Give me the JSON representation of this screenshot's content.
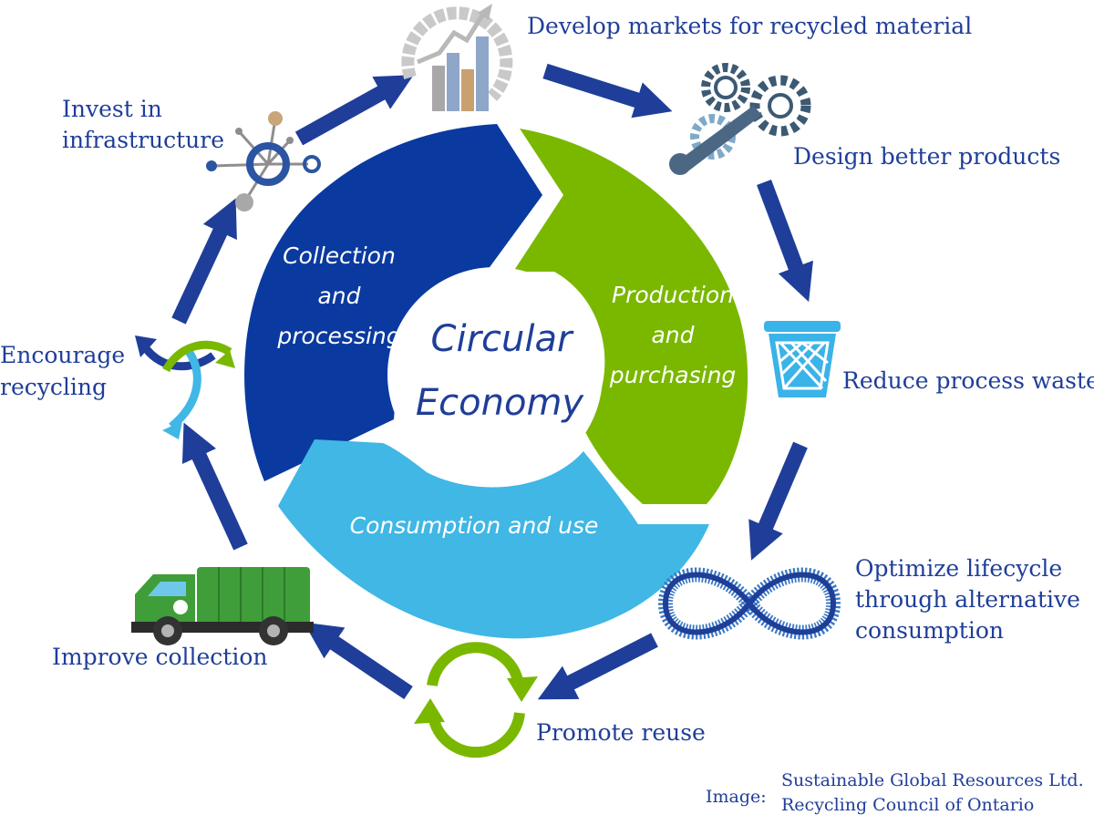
{
  "center": {
    "line1": "Circular",
    "line2": "Economy"
  },
  "segments": {
    "collection": {
      "line1": "Collection",
      "line2": "and",
      "line3": "processing"
    },
    "production": {
      "line1": "Production",
      "line2": "and",
      "line3": "purchasing"
    },
    "consumption": {
      "line1": "Consumption and use"
    }
  },
  "steps": {
    "develop_markets": "Develop markets for recycled material",
    "design_products": "Design better products",
    "reduce_waste": "Reduce process waste",
    "optimize_lifecycle": {
      "line1": "Optimize lifecycle",
      "line2": "through alternative",
      "line3": "consumption"
    },
    "promote_reuse": "Promote reuse",
    "improve_collection": "Improve collection",
    "encourage_recycling": {
      "line1": "Encourage",
      "line2": "recycling"
    },
    "invest_infrastructure": {
      "line1": "Invest in",
      "line2": "infrastructure"
    }
  },
  "credit": {
    "label": "Image:",
    "line1": "Sustainable Global Resources Ltd.",
    "line2": "Recycling Council of Ontario"
  },
  "colors": {
    "dark_blue": "#0a3aa0",
    "green": "#7ab800",
    "light_blue": "#40b7e5",
    "arrow_blue": "#1f3e99",
    "text_blue": "#1f3e99"
  },
  "icons": {
    "develop_markets": "bar-chart-growth-icon",
    "design_products": "gears-wrench-icon",
    "reduce_waste": "waste-bin-icon",
    "optimize_lifecycle": "infinity-icon",
    "promote_reuse": "reuse-arrows-icon",
    "improve_collection": "garbage-truck-icon",
    "encourage_recycling": "recycle-swirl-icon",
    "invest_infrastructure": "network-hub-icon"
  }
}
